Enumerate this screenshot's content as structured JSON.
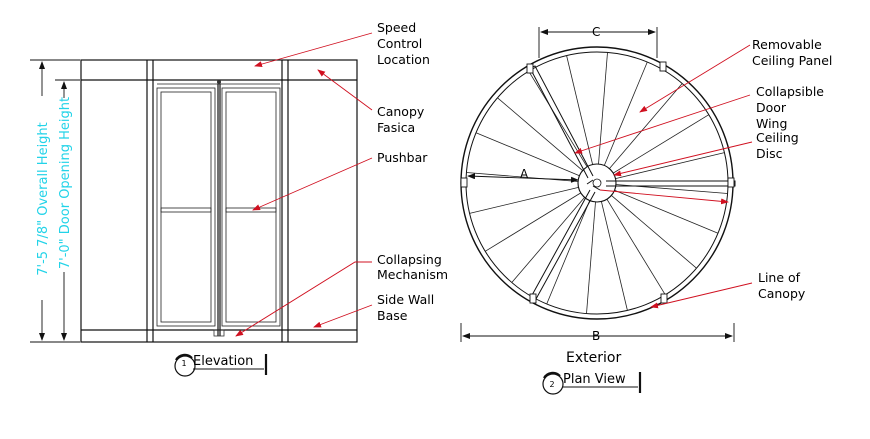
{
  "elevation": {
    "labels": {
      "speed_control": [
        "Speed",
        "Control",
        "Location"
      ],
      "canopy_fascia": [
        "Canopy",
        "Fasica"
      ],
      "pushbar": [
        "Pushbar"
      ],
      "collapsing": [
        "Collapsing",
        "Mechanism"
      ],
      "side_wall": [
        "Side Wall",
        "Base"
      ]
    },
    "overall_height": "7'-5 7/8\" Overall Height",
    "opening_height": "7'-0\" Door Opening Height",
    "title": "Elevation",
    "number": "1"
  },
  "plan": {
    "labels": {
      "removable_panel": [
        "Removable",
        "Ceiling Panel"
      ],
      "collapsible_wing": [
        "Collapsible",
        "Door",
        "Wing"
      ],
      "ceiling_disc": [
        "Ceiling",
        "Disc"
      ],
      "line_of_canopy": [
        "Line of",
        "Canopy"
      ]
    },
    "dim_a": "A",
    "dim_b": "B",
    "dim_c": "C",
    "exterior": "Exterior",
    "title": "Plan View",
    "number": "2"
  },
  "colors": {
    "leader": "#d01020",
    "dimension_text": "#22d3e8",
    "linework": "#111111"
  }
}
